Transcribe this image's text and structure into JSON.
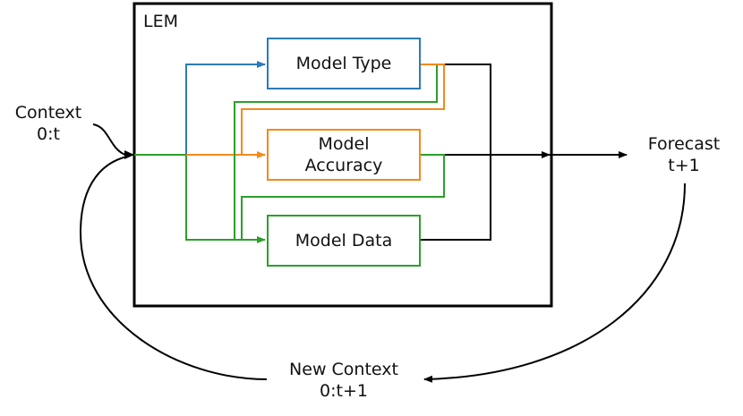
{
  "diagram": {
    "container_label": "LEM",
    "input_label": [
      "Context",
      "0:t"
    ],
    "output_label": [
      "Forecast",
      "t+1"
    ],
    "feedback_label": [
      "New Context",
      "0:t+1"
    ],
    "modules": {
      "type": "Model Type",
      "accuracy": [
        "Model",
        "Accuracy"
      ],
      "data": "Model Data"
    },
    "colors": {
      "type": "#2b7bba",
      "accuracy": "#f28a1b",
      "data": "#2ca02c",
      "outline": "#000000"
    }
  }
}
